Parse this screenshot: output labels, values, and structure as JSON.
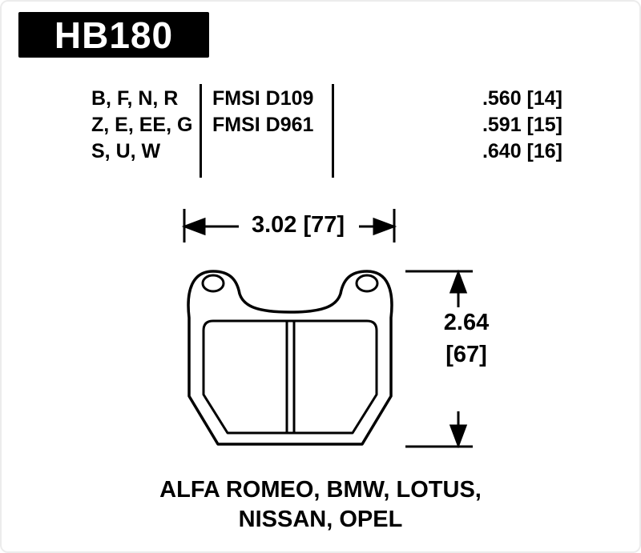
{
  "part": {
    "number": "HB180"
  },
  "spec_table": {
    "compounds": [
      "B, F, N, R",
      "Z, E, EE, G",
      "S, U, W"
    ],
    "fmsi": [
      "FMSI D109",
      "FMSI D961"
    ],
    "thicknesses": [
      ".560 [14]",
      ".591 [15]",
      ".640 [16]"
    ]
  },
  "dimensions": {
    "width_label": "3.02 [77]",
    "height_value": "2.64",
    "height_bracket": "[67]"
  },
  "applications": {
    "line1": "ALFA ROMEO, BMW, LOTUS,",
    "line2": "NISSAN, OPEL"
  },
  "icons": {
    "arrow_left": "arrow-left-icon",
    "arrow_right": "arrow-right-icon",
    "arrow_up": "arrow-up-icon",
    "arrow_down": "arrow-down-icon"
  },
  "colors": {
    "ink": "#000000",
    "badge_bg": "#000000",
    "badge_text": "#ffffff",
    "background": "#ffffff"
  }
}
